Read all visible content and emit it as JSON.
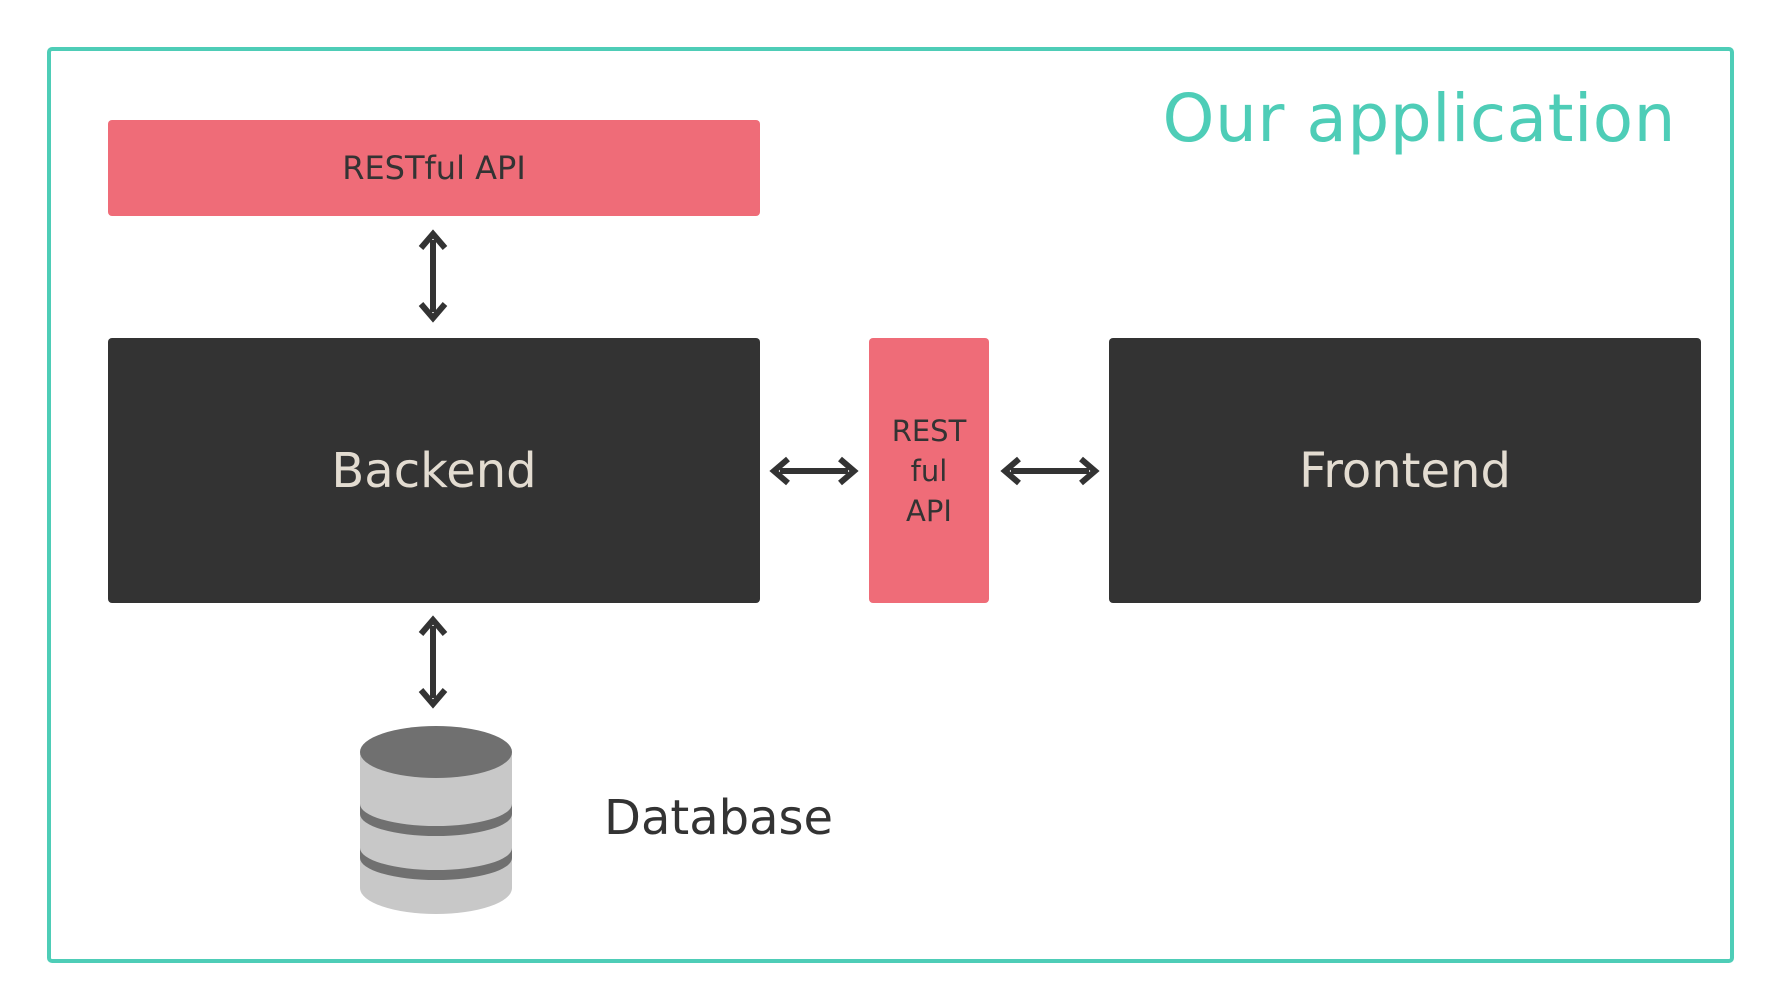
{
  "diagram": {
    "title": "Our application",
    "api_top": {
      "label": "RESTful API"
    },
    "backend": {
      "label": "Backend"
    },
    "api_middle": {
      "line1": "REST",
      "line2": "ful",
      "line3": "API"
    },
    "frontend": {
      "label": "Frontend"
    },
    "database": {
      "label": "Database"
    }
  },
  "colors": {
    "frame": "#4ecdb7",
    "title": "#4ecdb7",
    "api_box": "#ef6c78",
    "dark_box": "#333333",
    "dark_box_text": "#e3dcd1",
    "arrow": "#333333",
    "database_top": "#707070",
    "database_body": "#c8c8c8"
  }
}
